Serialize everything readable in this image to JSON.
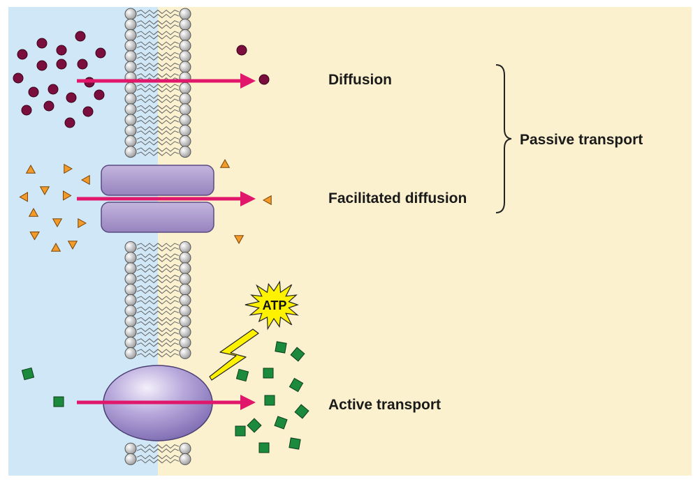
{
  "labels": {
    "diffusion": "Diffusion",
    "facilitated": "Facilitated diffusion",
    "active": "Active transport",
    "passive": "Passive transport",
    "atp": "ATP"
  },
  "colors": {
    "outside_bg": "#cfe7f6",
    "inside_bg": "#fbf1cf",
    "arrow": "#e0176a",
    "diffusion_particle": "#7a0e3c",
    "facilitated_particle": "#f29a2a",
    "active_particle": "#1b8a3c",
    "channel_protein": "#a893c7",
    "carrier_protein": "#9f8fd0",
    "atp_burst": "#fff200",
    "phospholipid_head": "#b9b9b9"
  },
  "icons": [
    "phospholipid-bilayer",
    "channel-protein",
    "carrier-protein",
    "atp-burst",
    "energy-bolt",
    "brace"
  ]
}
